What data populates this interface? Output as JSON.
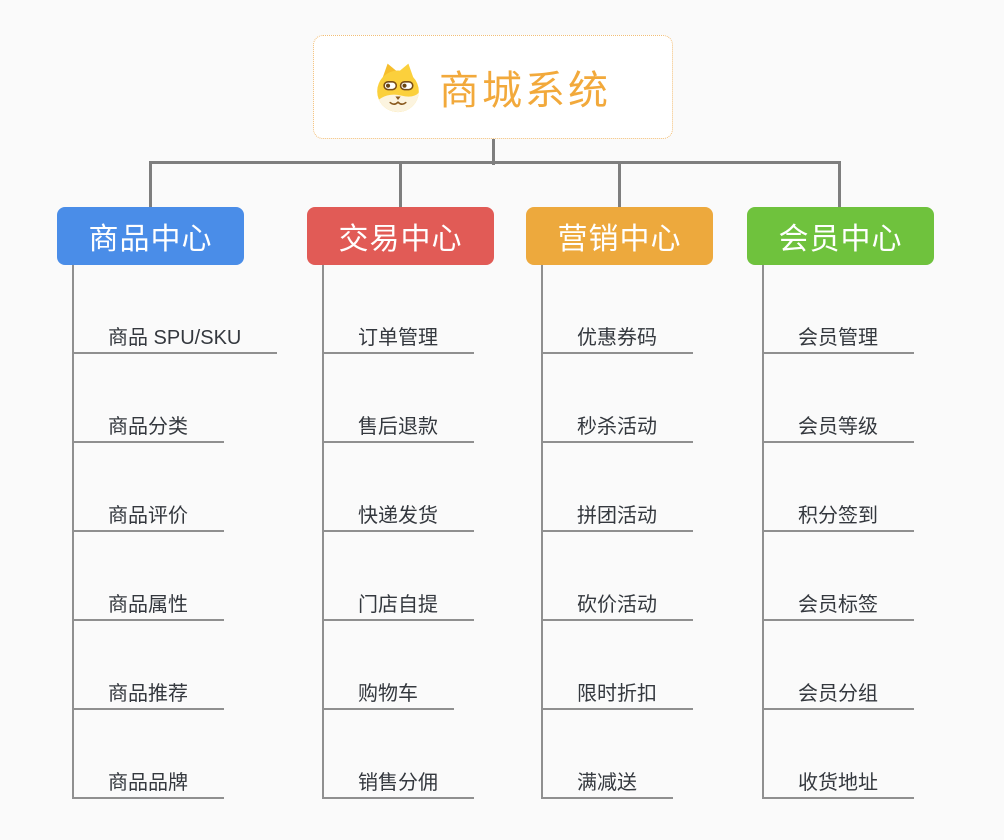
{
  "root": {
    "title": "商城系统",
    "icon": "dog-face-icon"
  },
  "branches": [
    {
      "label": "商品中心",
      "color": "#4A8DE8",
      "children": [
        "商品 SPU/SKU",
        "商品分类",
        "商品评价",
        "商品属性",
        "商品推荐",
        "商品品牌"
      ]
    },
    {
      "label": "交易中心",
      "color": "#E15B56",
      "children": [
        "订单管理",
        "售后退款",
        "快递发货",
        "门店自提",
        "购物车",
        "销售分佣"
      ]
    },
    {
      "label": "营销中心",
      "color": "#EDA93D",
      "children": [
        "优惠券码",
        "秒杀活动",
        "拼团活动",
        "砍价活动",
        "限时折扣",
        "满减送"
      ]
    },
    {
      "label": "会员中心",
      "color": "#6FC23D",
      "children": [
        "会员管理",
        "会员等级",
        "积分签到",
        "会员标签",
        "会员分组",
        "收货地址"
      ]
    }
  ],
  "colors": {
    "background": "#FAFAFA",
    "connector_line": "#7E7E7E",
    "child_line": "#8F8F8F",
    "child_text": "#34383E",
    "root_text": "#F2A93B",
    "root_border": "#F2BE76"
  }
}
